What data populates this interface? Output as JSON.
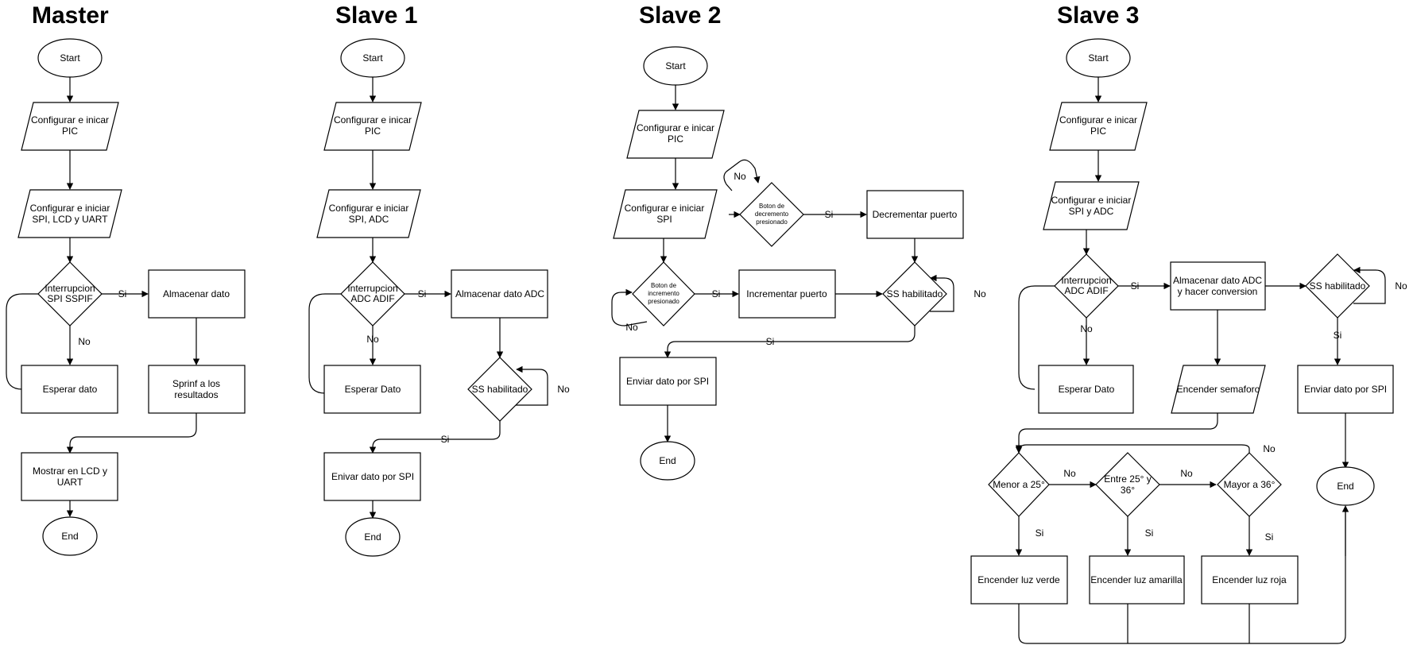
{
  "titles": {
    "master": "Master",
    "slave1": "Slave 1",
    "slave2": "Slave 2",
    "slave3": "Slave 3"
  },
  "master": {
    "start": "Start",
    "config_pic": [
      "Configurar e inicar",
      "PIC"
    ],
    "config_spi": [
      "Configurar e iniciar",
      "SPI, LCD y UART"
    ],
    "interrupt": [
      "Interrupcion",
      "SPI SSPIF"
    ],
    "store": "Almacenar dato",
    "wait": "Esperar dato",
    "sprintf": [
      "Sprinf a los",
      "resultados"
    ],
    "show": [
      "Mostrar en LCD y",
      "UART"
    ],
    "end": "End",
    "yes": "Si",
    "no": "No"
  },
  "slave1": {
    "start": "Start",
    "config_pic": [
      "Configurar e inicar",
      "PIC"
    ],
    "config_spi": [
      "Configurar e iniciar",
      "SPI, ADC"
    ],
    "interrupt": [
      "Interrupcion",
      "ADC ADIF"
    ],
    "store": "Almacenar dato ADC",
    "ss": "SS habilitado",
    "wait": "Esperar Dato",
    "send": "Enivar dato por SPI",
    "end": "End",
    "yes_int": "Si",
    "no_int": "No",
    "no_ss": "No",
    "yes_ss": "Si"
  },
  "slave2": {
    "start": "Start",
    "config_pic": [
      "Configurar e inicar",
      "PIC"
    ],
    "config_spi": [
      "Configurar e iniciar",
      "SPI"
    ],
    "dec_btn": [
      "Boton de",
      "decremento",
      "presionado"
    ],
    "dec_port": "Decrementar puerto",
    "inc_btn": [
      "Boton de",
      "incremento",
      "presionado"
    ],
    "inc_port": "Incrementar puerto",
    "ss": "SS habilitado",
    "send": "Enviar dato por SPI",
    "end": "End",
    "no_dec": "No",
    "yes_dec": "Si",
    "no_inc": "No",
    "yes_inc": "Si",
    "no_ss": "No",
    "yes_ss": "Si"
  },
  "slave3": {
    "start": "Start",
    "config_pic": [
      "Configurar e inicar",
      "PIC"
    ],
    "config_spi": [
      "Configurar e iniciar",
      "SPI y ADC"
    ],
    "interrupt": [
      "Interrupcion",
      "ADC ADIF"
    ],
    "store": [
      "Almacenar dato ADC",
      "y  hacer conversion"
    ],
    "ss": "SS habilitado",
    "wait": "Esperar Dato",
    "semaforo": "Encender semaforo",
    "send": "Enviar dato por SPI",
    "end": "End",
    "menor": "Menor a 25°",
    "entre": [
      "Entre 25° y",
      "36°"
    ],
    "mayor": "Mayor a 36°",
    "verde": "Encender luz verde",
    "amarilla": "Encender luz amarilla",
    "roja": "Encender luz roja",
    "yes_int": "Si",
    "no_int": "No",
    "no_ss": "No",
    "yes_ss": "Si",
    "no_menor": "No",
    "no_entre": "No",
    "no_mayor": "No",
    "yes_menor": "Si",
    "yes_entre": "Si",
    "yes_mayor": "Si"
  }
}
